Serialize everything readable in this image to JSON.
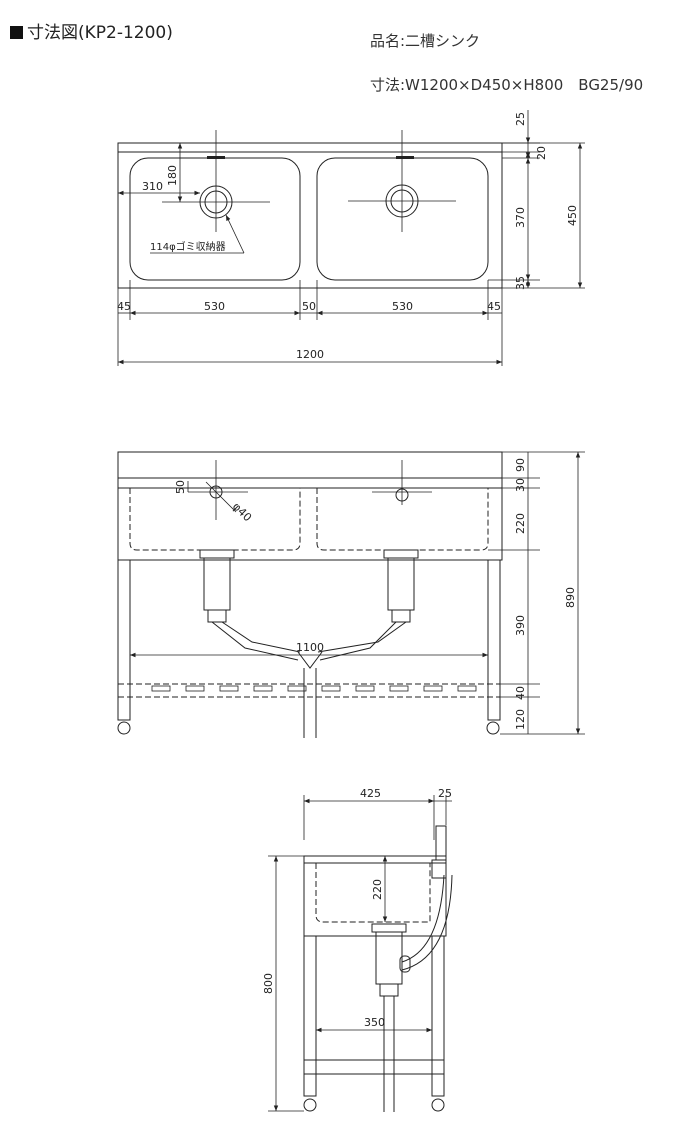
{
  "title": "寸法図(KP2-1200)",
  "spec": {
    "name": "品名:二槽シンク",
    "size": "寸法:W1200×D450×H800　BG25/90"
  },
  "top_view": {
    "dims": {
      "d25": "25",
      "d20": "20",
      "d370": "370",
      "d35": "35",
      "d450": "450",
      "d180": "180",
      "d310": "310",
      "w45a": "45",
      "w530a": "530",
      "w50": "50",
      "w530b": "530",
      "w45b": "45",
      "w1200": "1200"
    },
    "drain_label": "114φゴミ収納器"
  },
  "front_view": {
    "dims": {
      "d30": "30",
      "d90": "90",
      "d220": "220",
      "d390": "390",
      "d40": "40",
      "d120": "120",
      "d890": "890",
      "w1100": "1100",
      "d50": "50",
      "phi40": "φ40"
    }
  },
  "side_view": {
    "dims": {
      "w425": "425",
      "w25": "25",
      "d220": "220",
      "d800": "800",
      "w350": "350"
    }
  }
}
